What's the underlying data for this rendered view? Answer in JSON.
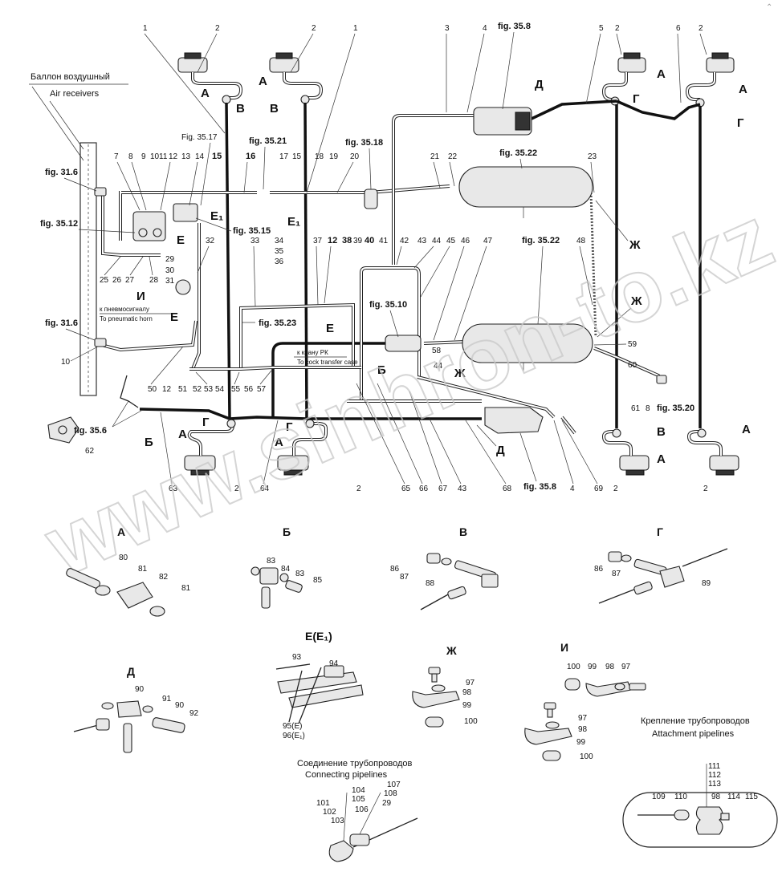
{
  "air_receivers": {
    "ru": "Баллон воздушный",
    "en": "Air receivers"
  },
  "fig_refs": {
    "f_35_8_top": "fig. 35.8",
    "f_35_17": "Fig. 35.17",
    "f_35_21": "fig. 35.21",
    "f_35_18": "fig. 35.18",
    "f_35_22_top": "fig. 35.22",
    "f_31_6_top": "fig. 31.6",
    "f_35_12": "fig. 35.12",
    "f_35_15": "fig. 35.15",
    "f_35_22_mid": "fig. 35.22",
    "f_35_10": "fig. 35.10",
    "f_35_23": "fig. 35.23",
    "f_31_6_bot": "fig. 31.6",
    "f_35_20": "fig. 35.20",
    "f_35_6": "fig. 35.6",
    "f_35_8_bot": "fig. 35.8"
  },
  "horn": {
    "ru": "к пневмосигналу",
    "en": "To pneumatic horn"
  },
  "transfer": {
    "ru": "к крану РК",
    "en": "To cock transfer case"
  },
  "letters": {
    "a": "А",
    "b": "Б",
    "v": "В",
    "g": "Г",
    "d": "Д",
    "e": "Е",
    "e1": "Е₁",
    "zh": "Ж",
    "i": "И"
  },
  "section_titles": {
    "a": "А",
    "b": "Б",
    "v": "В",
    "g": "Г",
    "d": "Д",
    "e": "Е(Е₁)",
    "zh": "Ж",
    "i": "И"
  },
  "connecting": {
    "ru": "Соединение трубопроводов",
    "en": "Connecting pipelines"
  },
  "attachment": {
    "ru": "Крепление трубопроводов",
    "en": "Attachment pipelines"
  },
  "top_numbers": [
    "1",
    "2",
    "2",
    "1",
    "3",
    "4",
    "5",
    "2",
    "6",
    "2"
  ],
  "row_numbers_1": [
    "7",
    "8",
    "9",
    "10",
    "11",
    "12",
    "13",
    "14",
    "15",
    "16",
    "17",
    "15",
    "18",
    "19",
    "20",
    "21",
    "22",
    "23"
  ],
  "row_numbers_2": [
    "32",
    "33",
    "34",
    "35",
    "36",
    "37",
    "12",
    "38",
    "39",
    "40",
    "41",
    "42",
    "43",
    "44",
    "45",
    "46",
    "47",
    "48"
  ],
  "left_numbers": [
    "25",
    "26",
    "27",
    "28",
    "29",
    "30",
    "31",
    "10"
  ],
  "bottom_numbers": [
    "50",
    "12",
    "51",
    "52",
    "53",
    "54",
    "55",
    "56",
    "57",
    "44",
    "58",
    "59",
    "60",
    "61",
    "8"
  ],
  "lower_numbers": [
    "62",
    "63",
    "2",
    "64",
    "2",
    "65",
    "66",
    "67",
    "43",
    "68",
    "4",
    "69",
    "2",
    "2"
  ],
  "detail_numbers": {
    "a": [
      "80",
      "81",
      "82",
      "81"
    ],
    "b": [
      "83",
      "84",
      "83",
      "85"
    ],
    "v": [
      "86",
      "87",
      "88"
    ],
    "g": [
      "86",
      "87",
      "89"
    ],
    "d": [
      "90",
      "91",
      "90",
      "92"
    ],
    "e": [
      "93",
      "94",
      "95(Е)",
      "96(Е₁)"
    ],
    "zh": [
      "97",
      "98",
      "99",
      "100"
    ],
    "i": [
      "100",
      "99",
      "98",
      "97",
      "97",
      "98",
      "99",
      "100"
    ],
    "conn": [
      "101",
      "102",
      "103",
      "104",
      "105",
      "106",
      "107",
      "108",
      "29"
    ],
    "attach": [
      "109",
      "110",
      "111",
      "112",
      "113",
      "98",
      "114",
      "115"
    ]
  },
  "watermark": "www.sinhron-to.kz",
  "corner_mark": "⌃"
}
